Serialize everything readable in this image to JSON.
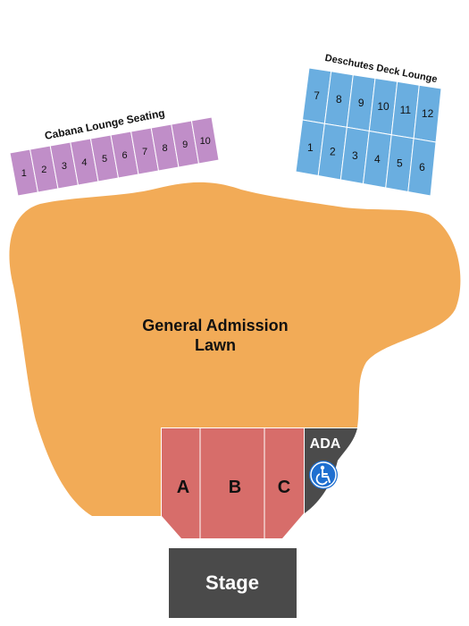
{
  "colors": {
    "lawn": "#f2ab57",
    "cabana": "#c08ec8",
    "deck": "#6aaee0",
    "pit": "#d76d6a",
    "ada": "#4b4b4b",
    "stage": "#4a4a4a",
    "ada_icon": "#1f6fd0",
    "line": "#ffffff"
  },
  "cabana": {
    "title": "Cabana Lounge Seating",
    "sections": [
      "1",
      "2",
      "3",
      "4",
      "5",
      "6",
      "7",
      "8",
      "9",
      "10"
    ]
  },
  "deck": {
    "title": "Deschutes Deck Lounge",
    "top_row": [
      "7",
      "8",
      "9",
      "10",
      "11",
      "12"
    ],
    "bottom_row": [
      "1",
      "2",
      "3",
      "4",
      "5",
      "6"
    ]
  },
  "lawn": {
    "line1": "General Admission",
    "line2": "Lawn"
  },
  "pit": {
    "sections": [
      "A",
      "B",
      "C"
    ]
  },
  "ada": {
    "label": "ADA",
    "icon": "wheelchair-icon"
  },
  "stage": {
    "label": "Stage"
  }
}
